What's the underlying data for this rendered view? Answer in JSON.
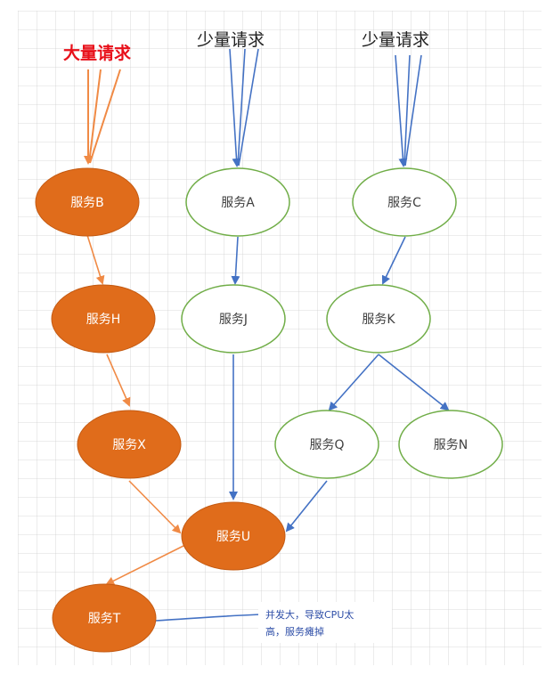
{
  "headers": {
    "heavy": "大量请求",
    "light_a": "少量请求",
    "light_c": "少量请求"
  },
  "nodes": {
    "B": "服务B",
    "A": "服务A",
    "C": "服务C",
    "H": "服务H",
    "J": "服务J",
    "K": "服务K",
    "X": "服务X",
    "Q": "服务Q",
    "N": "服务N",
    "U": "服务U",
    "T": "服务T"
  },
  "note": {
    "line1": "并发大，导致CPU太",
    "line2": "高，服务瘫掉"
  },
  "colors": {
    "overloaded_fill": "#e06c1b",
    "healthy_fill": "#ffffff",
    "healthy_stroke": "#70ad47",
    "heavy_arrow": "#f08a45",
    "light_arrow": "#4472c4",
    "heavy_label": "#e8101a"
  }
}
